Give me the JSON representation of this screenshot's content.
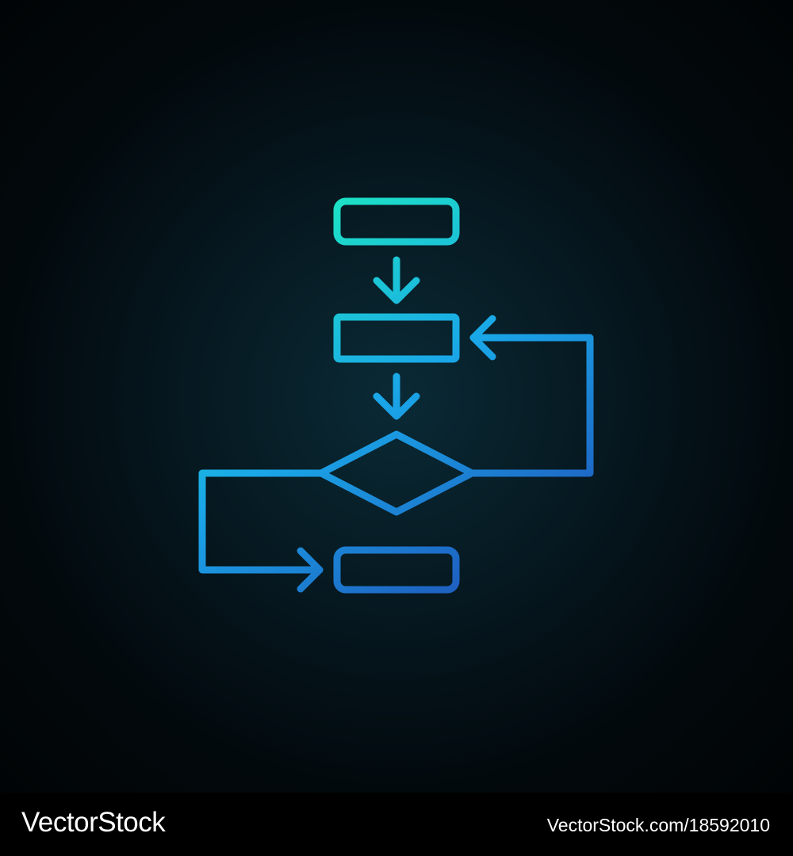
{
  "footer": {
    "brand": "VectorStock",
    "image_ref": "VectorStock.com/18592010"
  },
  "colors": {
    "background_center": "#0a2a36",
    "background_edge": "#010405",
    "stroke_top": "#1de9c0",
    "stroke_mid": "#1aa7e8",
    "stroke_bottom": "#1f4bb5",
    "footer_bg": "#000000",
    "footer_text": "#ffffff"
  },
  "diagram": {
    "nodes": [
      {
        "id": "start",
        "shape": "rounded-rectangle"
      },
      {
        "id": "process",
        "shape": "rectangle"
      },
      {
        "id": "decision",
        "shape": "diamond"
      },
      {
        "id": "end",
        "shape": "rounded-rectangle"
      }
    ],
    "edges": [
      {
        "from": "start",
        "to": "process"
      },
      {
        "from": "process",
        "to": "decision"
      },
      {
        "from": "decision",
        "to": "process",
        "route": "right-loop-back"
      },
      {
        "from": "decision",
        "to": "end",
        "route": "left-around"
      }
    ]
  }
}
